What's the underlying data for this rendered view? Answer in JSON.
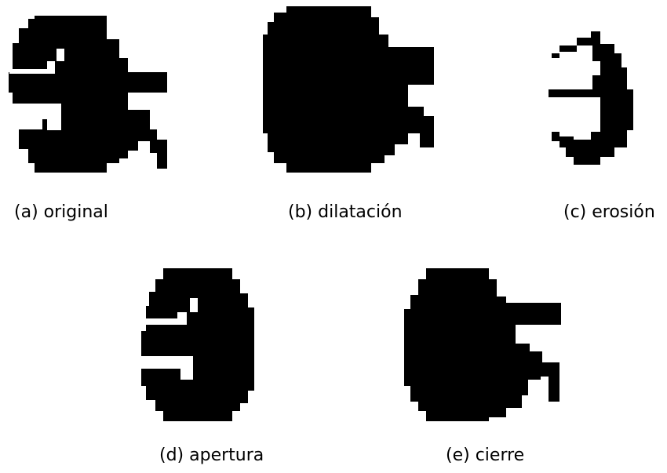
{
  "figure": {
    "fill_color": "#000000",
    "background_color": "#ffffff",
    "panels": [
      {
        "id": "a",
        "caption": "(a) original"
      },
      {
        "id": "b",
        "caption": "(b) dilatación"
      },
      {
        "id": "c",
        "caption": "(c) erosión"
      },
      {
        "id": "d",
        "caption": "(d) apertura"
      },
      {
        "id": "e",
        "caption": "(e) cierre"
      }
    ]
  }
}
